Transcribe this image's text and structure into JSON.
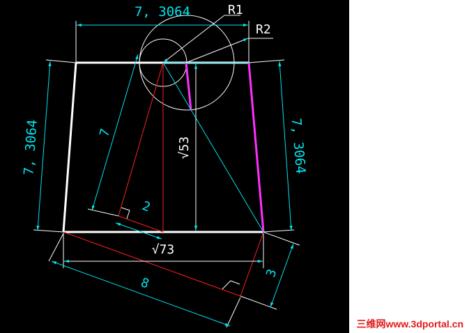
{
  "colors": {
    "background": "#000000",
    "dimension": "#00e5ee",
    "outline": "#ffffff",
    "construction": "#ff2020",
    "highlight": "#ff30ff",
    "watermark": "#e21a1a",
    "page": "#ffffff"
  },
  "labels": {
    "top_width": "7, 3064",
    "left_side": "7, 3064",
    "right_side": "7, 3064",
    "radius_one": "R1",
    "radius_two": "R2",
    "slant_seven": "7",
    "short_two": "2",
    "height_sqrt53": "√53",
    "base_sqrt73": "√73",
    "diagonal_eight": "8",
    "offset_three": "3"
  },
  "watermark": "三维网www.3dportal.cn"
}
